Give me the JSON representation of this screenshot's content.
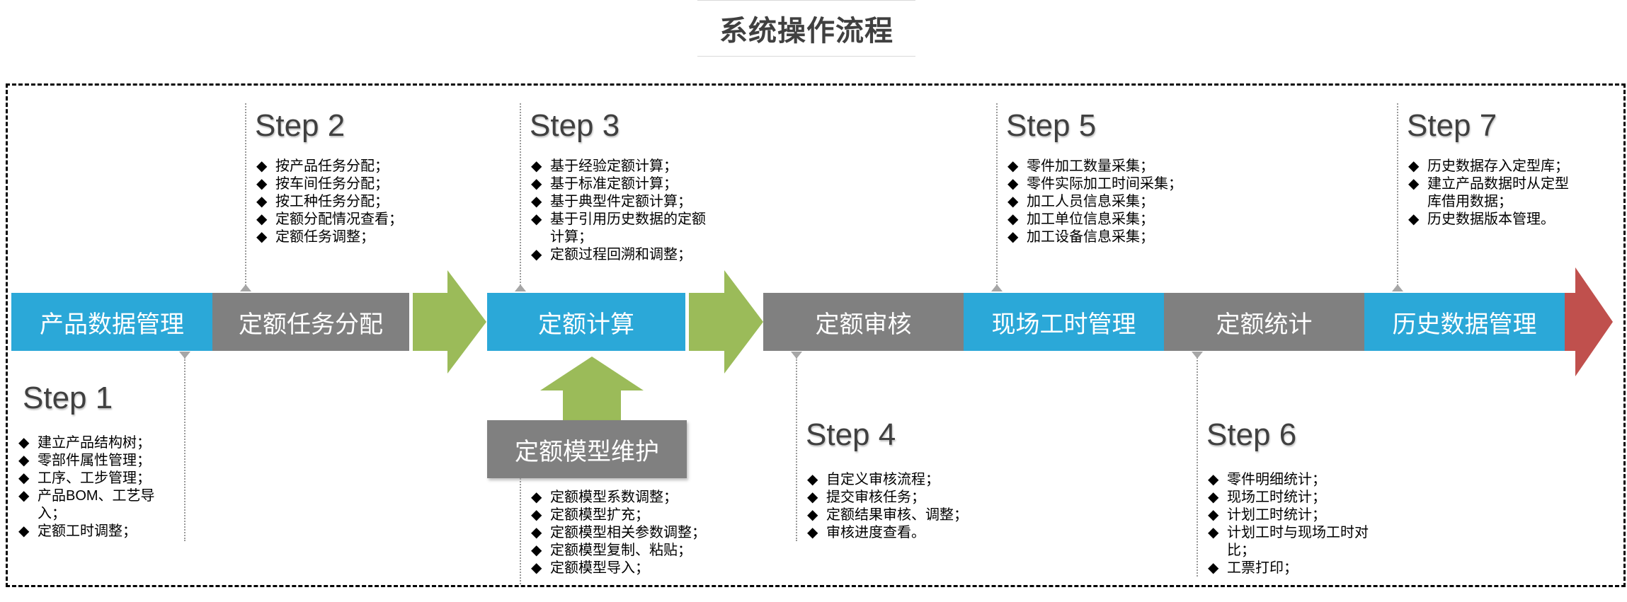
{
  "title": "系统操作流程",
  "boxes": {
    "product_data": "产品数据管理",
    "task_allocation": "定额任务分配",
    "quota_calc": "定额计算",
    "model_maintenance": "定额模型维护",
    "quota_review": "定额审核",
    "onsite_hours": "现场工时管理",
    "quota_stats": "定额统计",
    "history_data": "历史数据管理"
  },
  "bullet_symbol": "◆",
  "steps": {
    "step1": {
      "title": "Step 1",
      "items": [
        "建立产品结构树；",
        "零部件属性管理；",
        "工序、工步管理；",
        "产品BOM、工艺导入；",
        "定额工时调整；"
      ]
    },
    "step2": {
      "title": "Step 2",
      "items": [
        "按产品任务分配；",
        "按车间任务分配；",
        "按工种任务分配；",
        "定额分配情况查看；",
        "定额任务调整；"
      ]
    },
    "step3": {
      "title": "Step 3",
      "items": [
        "基于经验定额计算；",
        "基于标准定额计算；",
        "基于典型件定额计算；",
        "基于引用历史数据的定额计算；",
        "定额过程回溯和调整；"
      ]
    },
    "model": {
      "items": [
        "定额模型系数调整；",
        "定额模型扩充；",
        "定额模型相关参数调整；",
        "定额模型复制、粘贴；",
        "定额模型导入；"
      ]
    },
    "step4": {
      "title": "Step 4",
      "items": [
        "自定义审核流程；",
        "提交审核任务；",
        "定额结果审核、调整；",
        "审核进度查看。"
      ]
    },
    "step5": {
      "title": "Step 5",
      "items": [
        "零件加工数量采集；",
        "零件实际加工时间采集；",
        "加工人员信息采集；",
        "加工单位信息采集；",
        "加工设备信息采集；"
      ]
    },
    "step6": {
      "title": "Step 6",
      "items": [
        "零件明细统计；",
        "现场工时统计；",
        "计划工时统计；",
        "计划工时与现场工时对比；",
        "工票打印；"
      ]
    },
    "step7": {
      "title": "Step 7",
      "items": [
        "历史数据存入定型库；",
        "建立产品数据时从定型库借用数据；",
        "历史数据版本管理。"
      ]
    }
  },
  "colors": {
    "blue_box": "#2ba8d8",
    "gray_box": "#808080",
    "green_arrow": "#9bbb59",
    "red_arrow": "#c0504d"
  }
}
